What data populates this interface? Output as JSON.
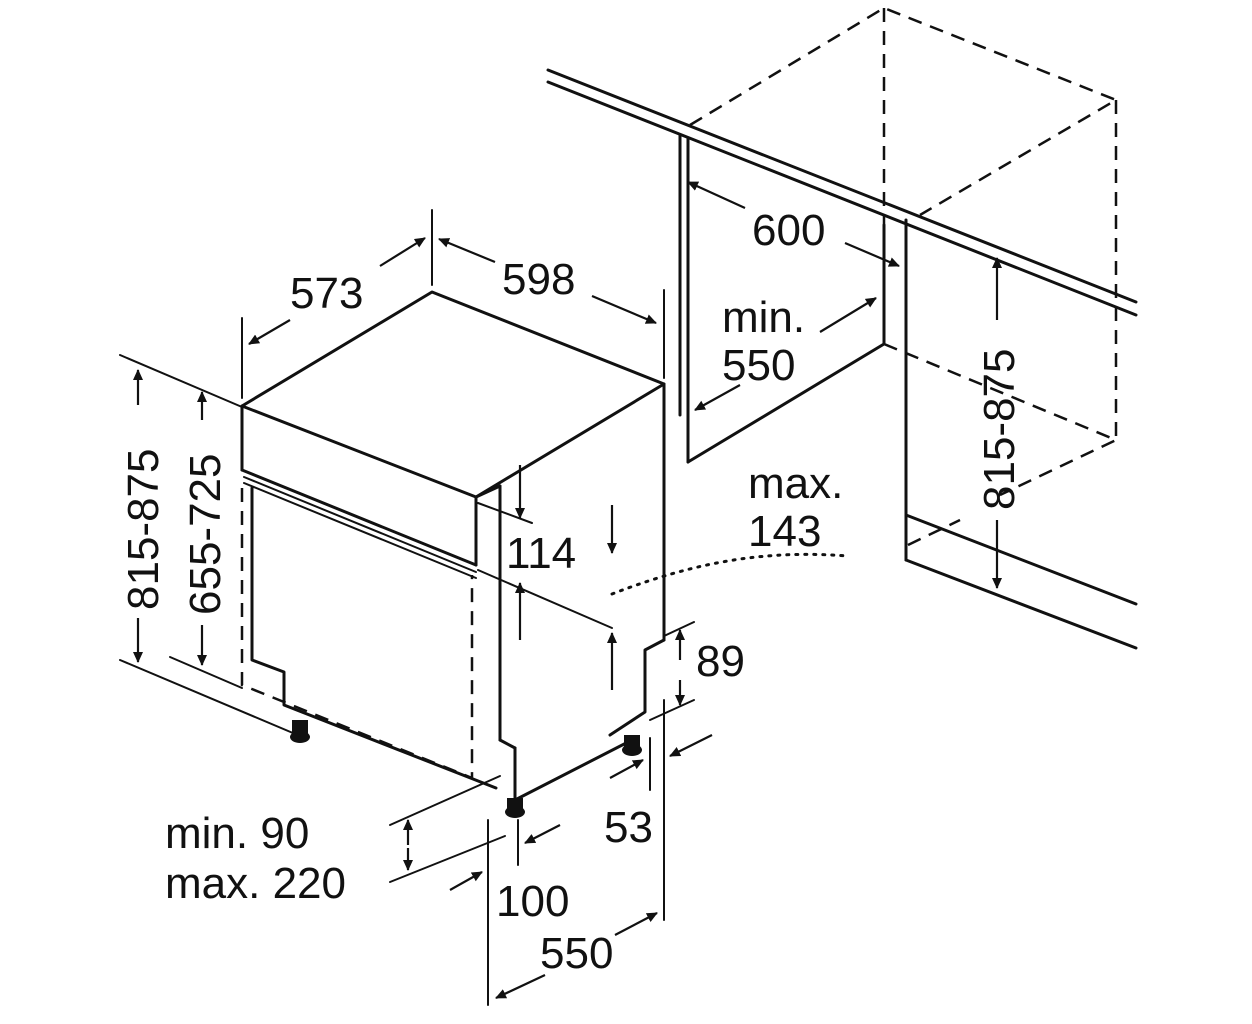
{
  "labels": {
    "top_depth": "573",
    "top_width": "598",
    "niche_width": "600",
    "niche_depth_min_1": "min.",
    "niche_depth_min_2": "550",
    "niche_height": "815-875",
    "overall_height": "815-875",
    "body_height": "655-725",
    "panel_114": "114",
    "max_143_1": "max.",
    "max_143_2": "143",
    "plinth_89": "89",
    "plinth_53": "53",
    "plinth_min_max_1": "min. 90",
    "plinth_min_max_2": "max. 220",
    "foot_100": "100",
    "depth_550": "550"
  }
}
